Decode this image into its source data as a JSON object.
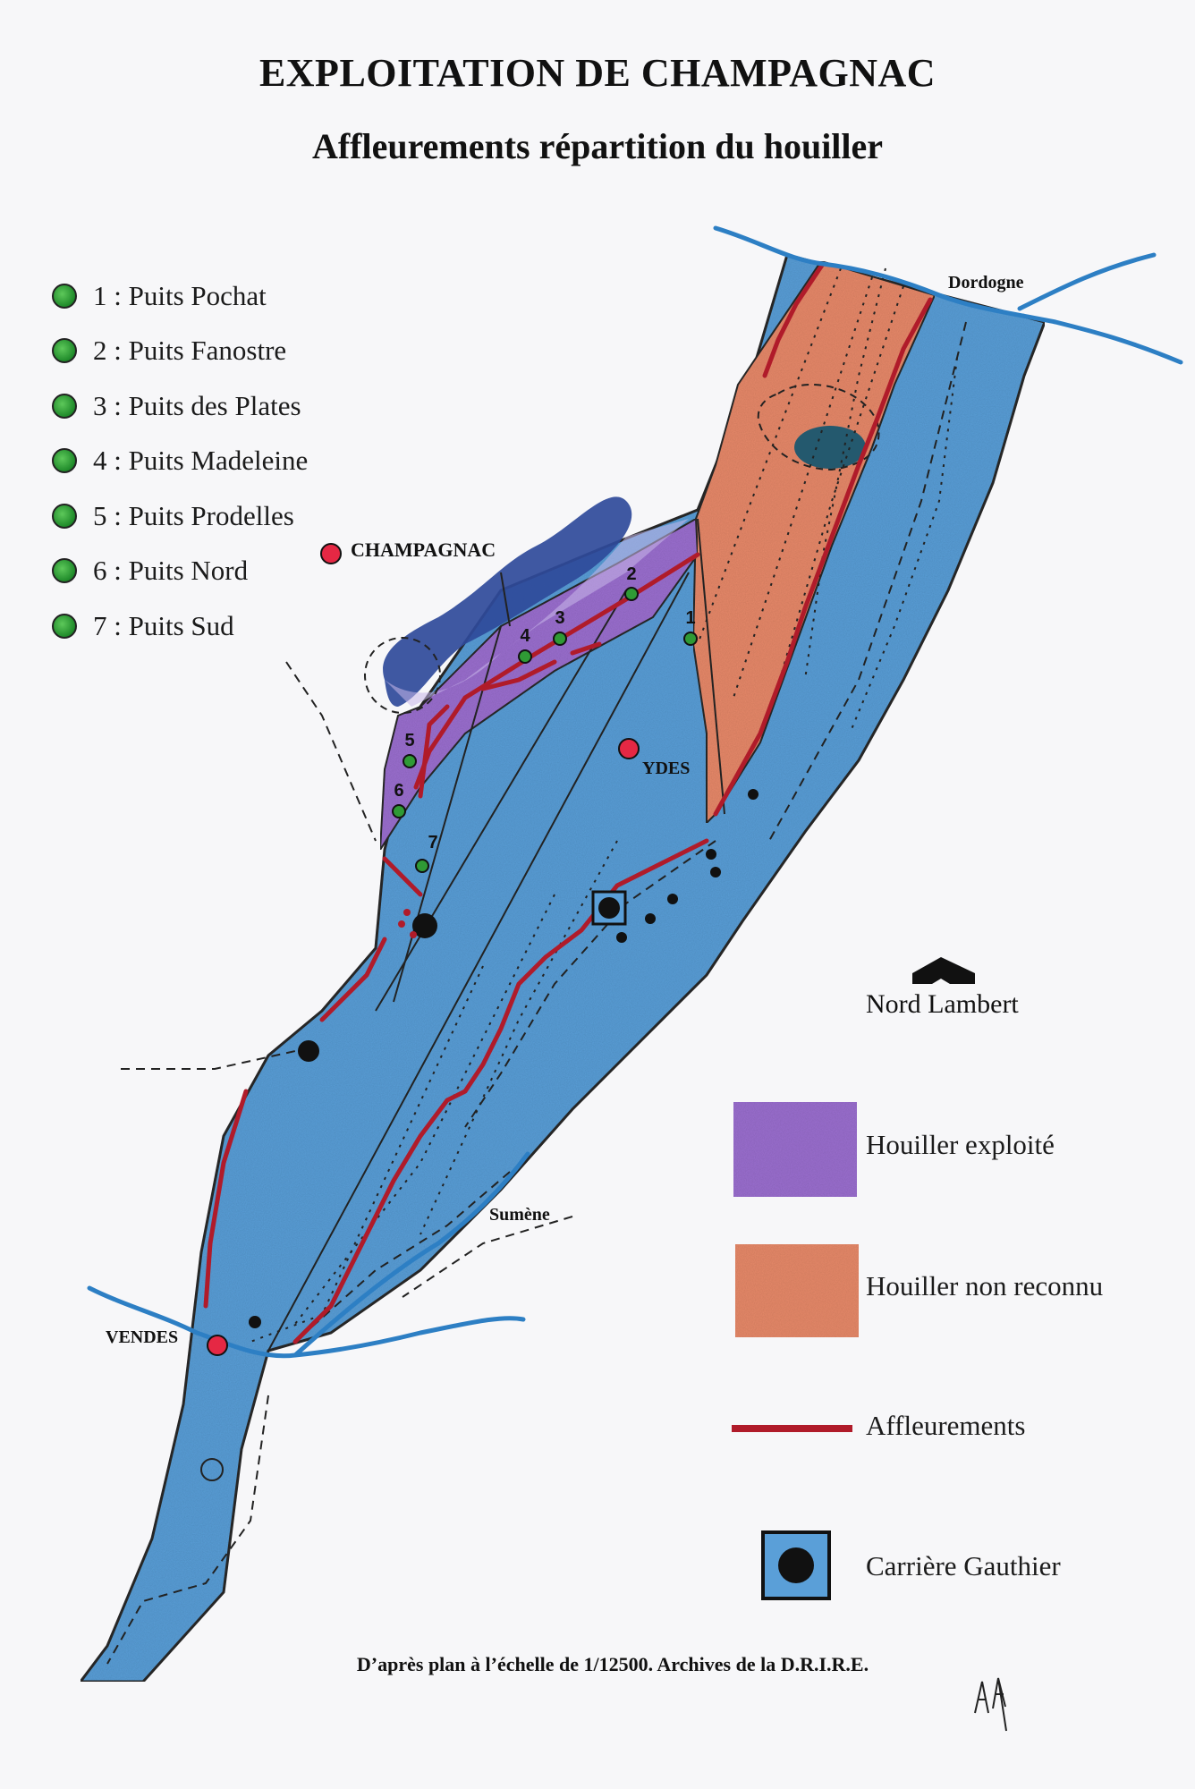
{
  "title": "EXPLOITATION DE CHAMPAGNAC",
  "subtitle": "Affleurements répartition du houiller",
  "shafts": [
    {
      "label": "1 : Puits Pochat"
    },
    {
      "label": "2 : Puits Fanostre"
    },
    {
      "label": "3 : Puits des Plates"
    },
    {
      "label": "4 : Puits Madeleine"
    },
    {
      "label": "5 : Puits Prodelles"
    },
    {
      "label": "6 : Puits Nord"
    },
    {
      "label": "7 : Puits Sud"
    }
  ],
  "shaft_numbers": [
    "1",
    "2",
    "3",
    "4",
    "5",
    "6",
    "7"
  ],
  "places": {
    "champagnac": "CHAMPAGNAC",
    "ydes": "YDES",
    "vendes": "VENDES",
    "dordogne": "Dordogne",
    "sumene": "Sumène"
  },
  "north": {
    "label": "Nord Lambert",
    "icon": "north-arrow-icon"
  },
  "legend": {
    "exploited": {
      "label": "Houiller exploité",
      "color": "#9b6fd0"
    },
    "unknown": {
      "label": "Houiller non reconnu",
      "color": "#e88a6a"
    },
    "outcrops": {
      "label": "Affleurements",
      "color": "#b01b2a"
    },
    "quarry": {
      "label": "Carrière Gauthier",
      "icon": "quarry-icon"
    }
  },
  "colors": {
    "basin_blue": "#5a9fd8",
    "river_blue": "#2d7fc4",
    "lake_dark": "#2f4a9a",
    "shaft_green": "#2f9a35"
  },
  "source": "D’après plan à l’échelle de 1/12500. Archives de la D.R.I.R.E."
}
